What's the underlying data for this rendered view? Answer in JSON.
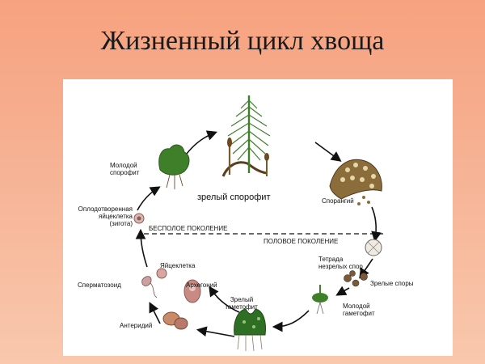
{
  "title": "Жизненный цикл хвоща",
  "diagram": {
    "stages": {
      "mature_sporophyte": "зрелый спорофит",
      "sporangium": "Спорангий",
      "tetrad_line1": "Тетрада",
      "tetrad_line2": "незрелых спор",
      "mature_spores": "Зрелые споры",
      "young_gametophyte_line1": "Молодой",
      "young_gametophyte_line2": "гаметофит",
      "mature_gametophyte_line1": "Зрелый",
      "mature_gametophyte_line2": "гаметофит",
      "archegonium": "Архегоний",
      "egg_cell": "Яйцеклетка",
      "antheridium": "Антеридий",
      "spermatozoid": "Сперматозоид",
      "zygote_line1": "Оплодотворенная",
      "zygote_line2": "яйцеклетка",
      "zygote_line3": "(зигота)",
      "young_sporophyte_line1": "Молодой",
      "young_sporophyte_line2": "спорофит"
    },
    "generations": {
      "asexual": "БЕСПОЛОЕ ПОКОЛЕНИЕ",
      "sexual": "ПОЛОВОЕ ПОКОЛЕНИЕ"
    },
    "colors": {
      "plant_green": "#3f7f2a",
      "dark_green": "#2b5d1e",
      "sporangium_brown": "#8a6d3b",
      "cell_pink": "#c98a84"
    }
  }
}
